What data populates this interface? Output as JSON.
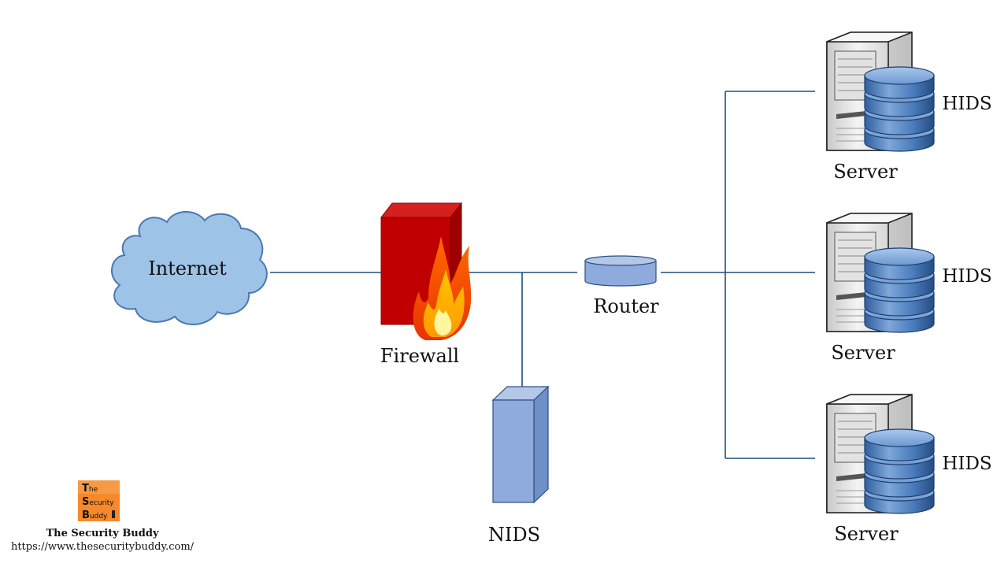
{
  "labels": {
    "internet": "Internet",
    "firewall": "Firewall",
    "nids": "NIDS",
    "router": "Router",
    "server": "Server",
    "hids": "HIDS"
  },
  "brand": {
    "name": "The Security Buddy",
    "url": "https://www.thesecuritybuddy.com/",
    "logo_lines": [
      {
        "cap": "T",
        "rest": "he"
      },
      {
        "cap": "S",
        "rest": "ecurity"
      },
      {
        "cap": "B",
        "rest": "uddy"
      }
    ]
  },
  "icons": {
    "internet": "cloud-icon",
    "firewall": "firewall-icon",
    "nids": "nids-appliance-icon",
    "router": "router-icon",
    "server": "server-tower-icon",
    "database": "database-icon"
  },
  "colors": {
    "link_line": "#1f4e79",
    "cloud_fill": "#9dc3e6",
    "cloud_stroke": "#4a78b0",
    "firewall_red": "#c00000",
    "nids_fill": "#8faadc",
    "router_fill": "#8faadc",
    "db_blue": "#4f7fbf",
    "logo_orange": "#f5892b"
  }
}
